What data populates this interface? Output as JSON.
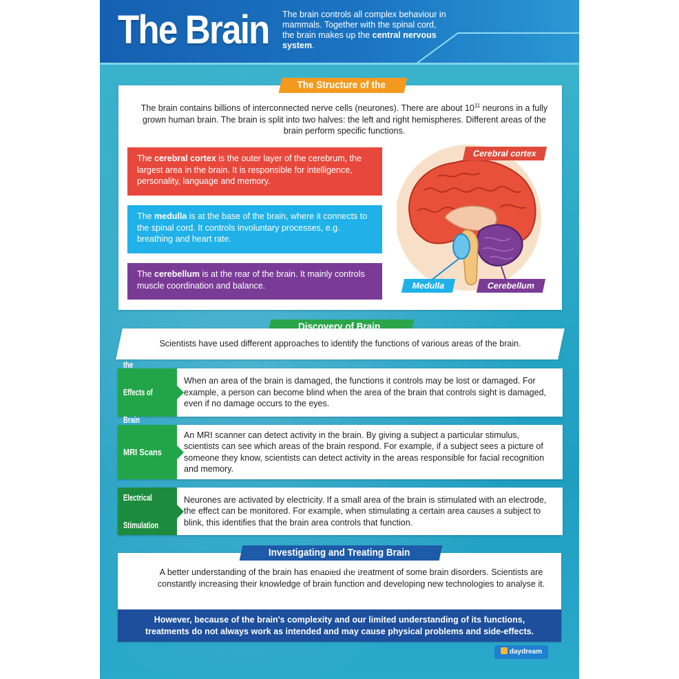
{
  "header": {
    "title": "The Brain",
    "intro_pre": "The brain controls all complex behaviour in mammals. Together with the spinal cord, the brain makes up the ",
    "intro_bold": "central nervous system",
    "intro_post": "."
  },
  "structure": {
    "title": "The Structure of the Brain",
    "intro_a": "The brain contains billions of interconnected nerve cells (neurones). There are about 10",
    "intro_sup": "11",
    "intro_b": " neurons in a fully grown human brain. The brain is split into two halves: the left and right hemispheres. Different areas of the brain perform specific functions.",
    "cortex": {
      "pre": "The ",
      "bold": "cerebral cortex",
      "post": " is the outer layer of the cerebrum, the largest area in the brain. It is responsible for intelligence, personality, language and memory."
    },
    "medulla": {
      "pre": "The ",
      "bold": "medulla",
      "post": " is at the base of the brain, where it connects to the spinal cord. It controls involuntary processes, e.g. breathing and heart rate."
    },
    "cerebellum": {
      "pre": "The ",
      "bold": "cerebellum",
      "post": " is at the rear of the brain. It mainly controls muscle coordination and balance."
    },
    "labels": {
      "cortex": "Cerebral cortex",
      "medulla": "Medulla",
      "cerebellum": "Cerebellum"
    }
  },
  "discovery": {
    "title": "Discovery of Brain Functions",
    "intro": "Scientists have used different approaches to identify the functions of various areas of the brain.",
    "methods": [
      {
        "label_1": "Studying the",
        "label_2": "Effects of",
        "label_3": "Brain Damage",
        "text": "When an area of the brain is damaged, the functions it controls may be lost or damaged. For example, a person can become blind when the area of the brain that controls sight is damaged, even if no damage occurs to the eyes."
      },
      {
        "label_1": "MRI Scans",
        "text": "An MRI scanner can detect activity in the brain. By giving a subject a particular stimulus, scientists can see which areas of the brain respond. For example, if a subject sees a picture of someone they know, scientists can detect activity in the areas responsible for facial recognition and memory."
      },
      {
        "label_1": "Electrical",
        "label_2": "Stimulation",
        "text": "Neurones are activated by electricity. If a small area of the brain is stimulated with an electrode, the effect can be monitored. For example, when stimulating a certain area causes a subject to blink, this identifies that the brain area controls that function."
      }
    ]
  },
  "disorders": {
    "title": "Investigating and Treating Brain Disorders",
    "text": "A better understanding of the brain has enabled the treatment of some brain disorders. Scientists are constantly increasing their knowledge of brain function and developing new technologies to analyse it.",
    "footer": "However, because of the brain's complexity and our limited understanding of its functions, treatments do not always work as intended and may cause physical problems and side-effects."
  },
  "logo": {
    "text": "daydream"
  },
  "colors": {
    "header_blue": "#1560b0",
    "orange": "#f39a1e",
    "green": "#22a548",
    "navy": "#1d4f9c",
    "red": "#e8483c",
    "cyan": "#1fb1e8",
    "purple": "#7a3b96",
    "background_teal": "#2aa7c6"
  }
}
